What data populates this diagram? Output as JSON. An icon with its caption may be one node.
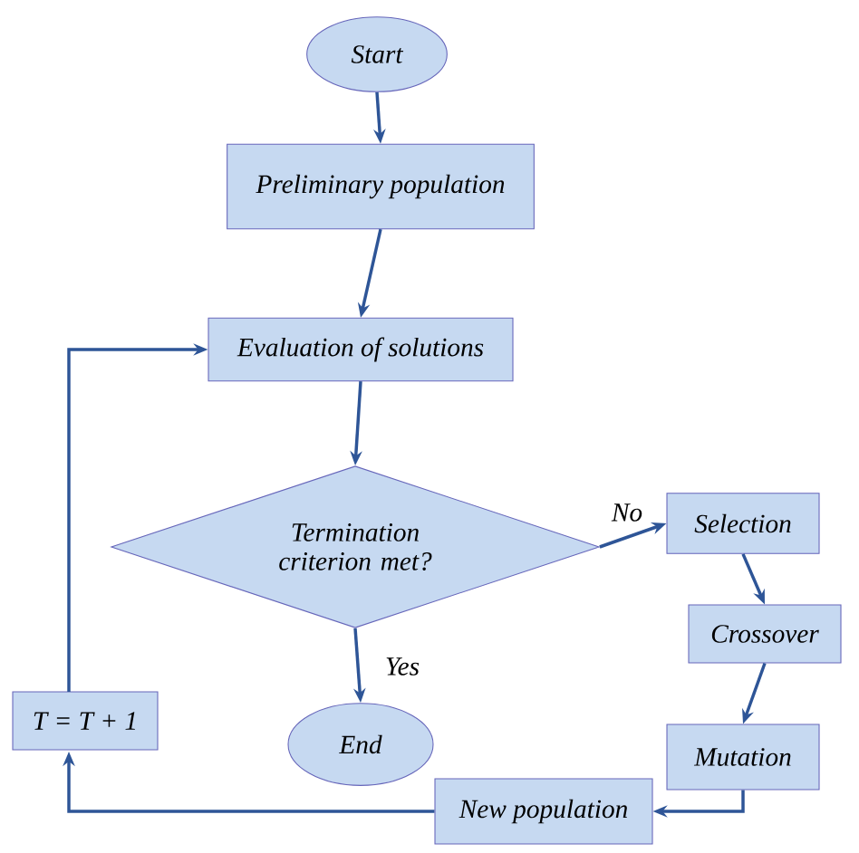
{
  "diagram": {
    "nodes": [
      {
        "text": [
          "Start"
        ]
      },
      {
        "text": [
          "Preliminary population"
        ]
      },
      {
        "text": [
          "Evaluation of solutions"
        ]
      },
      {
        "text": [
          "Termination criterion met?"
        ]
      },
      {
        "text": [
          "Selection"
        ]
      },
      {
        "text": [
          "Crossover"
        ]
      },
      {
        "text": [
          "T = T + 1"
        ]
      },
      {
        "text": [
          "End"
        ]
      },
      {
        "text": [
          "Mutation"
        ]
      },
      {
        "text": [
          "New population"
        ]
      }
    ],
    "edges": [
      {
        "from": 0,
        "to": 1,
        "arrow": "to"
      },
      {
        "from": 1,
        "to": 2,
        "arrow": "to"
      },
      {
        "from": 2,
        "to": 3,
        "arrow": "to"
      },
      {
        "from": 3,
        "to": 4,
        "arrow": "to",
        "label": "No"
      },
      {
        "from": 3,
        "to": 7,
        "arrow": "to",
        "label": "Yes"
      },
      {
        "from": 4,
        "to": 5,
        "arrow": "to"
      },
      {
        "from": 5,
        "to": 8,
        "arrow": "to"
      },
      {
        "from": 8,
        "to": 9,
        "arrow": "to"
      },
      {
        "from": 9,
        "to": 6,
        "arrow": "to"
      },
      {
        "from": 6,
        "to": 2,
        "arrow": "to"
      }
    ]
  }
}
